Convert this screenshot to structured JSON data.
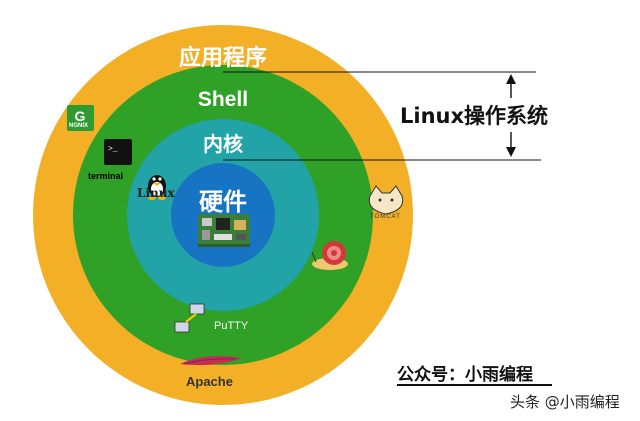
{
  "diagram": {
    "rings": {
      "outer_label": "应用程序",
      "second_label": "Shell",
      "third_label": "内核",
      "core_label": "硬件"
    },
    "bracket_label": "Linux操作系统",
    "colors": {
      "outer": "#f3b026",
      "second": "#2ea126",
      "third": "#22a3a8",
      "core": "#1774c2"
    },
    "icons": {
      "ngnix": {
        "label": "NGNIX",
        "letter": "G"
      },
      "terminal": {
        "label": "terminal",
        "prompt": ">_"
      },
      "linux": {
        "label": "Linux"
      },
      "tomcat": {
        "label": "TOMCAT"
      },
      "putty": {
        "label": "PuTTY"
      },
      "apache": {
        "label": "Apache"
      }
    }
  },
  "credit": "公众号：小雨编程",
  "watermark": "头条 @小雨编程"
}
